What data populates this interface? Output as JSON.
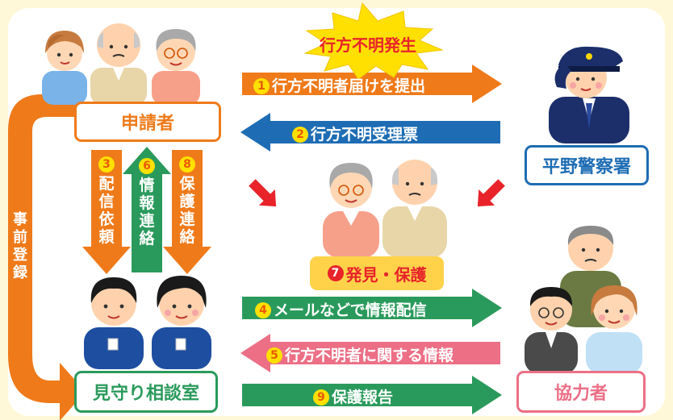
{
  "colors": {
    "page_bg": "#fff8d8",
    "orange": "#ef7a1a",
    "blue": "#1e6db4",
    "green": "#2a9a5c",
    "pink": "#ec6f86",
    "yellow_badge": "#ffe000",
    "red_arrow": "#e8232a"
  },
  "burst": {
    "label": "行方不明発生"
  },
  "nodes": {
    "applicant": "申請者",
    "police": "平野警察署",
    "consult_room": "見守り相談室",
    "cooperator": "協力者",
    "found": {
      "num": "7",
      "label": "発見・保護"
    }
  },
  "left_arrow": {
    "label": "事前登録"
  },
  "flows": [
    {
      "num": "1",
      "label": "行方不明者届けを提出"
    },
    {
      "num": "2",
      "label": "行方不明受理票"
    },
    {
      "num": "3",
      "label": "配信依頼"
    },
    {
      "num": "4",
      "label": "メールなどで情報配信"
    },
    {
      "num": "5",
      "label": "行方不明者に関する情報"
    },
    {
      "num": "6",
      "label": "情報連絡"
    },
    {
      "num": "8",
      "label": "保護連絡"
    },
    {
      "num": "9",
      "label": "保護報告"
    }
  ],
  "illustrations": [
    "family-illustration",
    "police-officer-illustration",
    "elderly-couple-illustration",
    "staff-illustration",
    "cooperators-illustration"
  ]
}
